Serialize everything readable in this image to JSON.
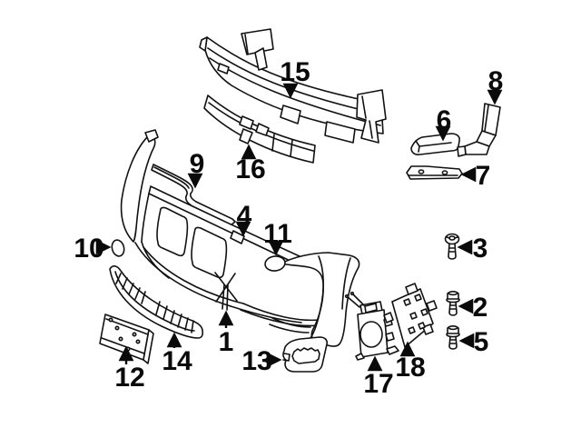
{
  "figure": {
    "kind": "exploded-parts-diagram",
    "background_color": "#ffffff",
    "line_color": "#111111",
    "label_color": "#0a0a0a"
  },
  "callouts": {
    "c1": "1",
    "c2": "2",
    "c3": "3",
    "c4": "4",
    "c5": "5",
    "c6": "6",
    "c7": "7",
    "c8": "8",
    "c9": "9",
    "c10": "10",
    "c11": "11",
    "c12": "12",
    "c13": "13",
    "c14": "14",
    "c15": "15",
    "c16": "16",
    "c17": "17",
    "c18": "18"
  }
}
